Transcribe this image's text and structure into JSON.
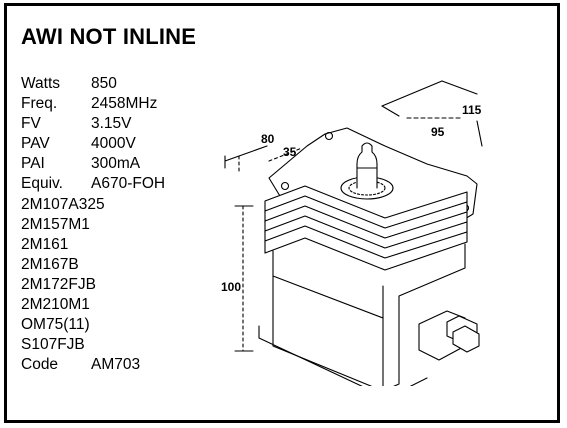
{
  "title": "AWI NOT INLINE",
  "specs": [
    {
      "key": "Watts",
      "value": "850"
    },
    {
      "key": "Freq.",
      "value": "2458MHz"
    },
    {
      "key": "FV",
      "value": "3.15V"
    },
    {
      "key": "PAV",
      "value": "4000V"
    },
    {
      "key": "PAI",
      "value": "300mA"
    },
    {
      "key": "Equiv.",
      "value": "A670-FOH"
    }
  ],
  "equivalents": [
    "2M107A325",
    "2M157M1",
    "2M161",
    "2M167B",
    "2M172FJB",
    "2M210M1",
    "OM75(11)",
    "S107FJB"
  ],
  "code": {
    "key": "Code",
    "value": "AM703"
  },
  "dimensions": {
    "d115": "115",
    "d95": "95",
    "d80": "80",
    "d35": "35",
    "d100": "100"
  }
}
